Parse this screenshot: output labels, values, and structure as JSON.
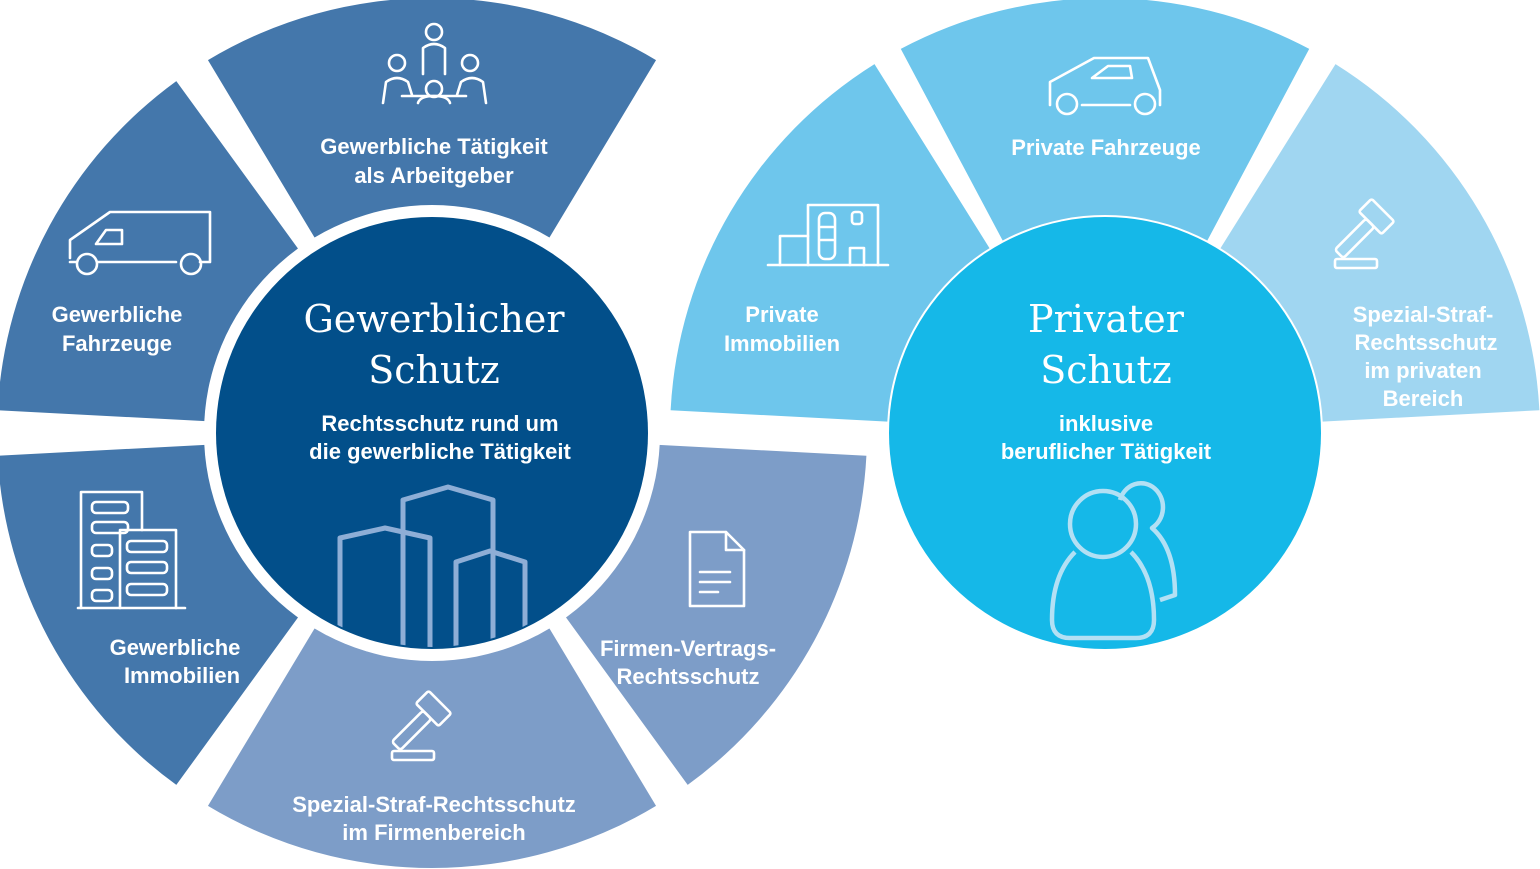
{
  "colors": {
    "left_center": "#024f8a",
    "left_segment_dark": "#4477ab",
    "left_segment_light": "#7d9dc8",
    "right_center": "#15b8e8",
    "right_segment": "#6ec6ec",
    "right_segment_light": "#a0d6f1",
    "background": "#ffffff"
  },
  "left": {
    "center": {
      "title_line1": "Gewerblicher",
      "title_line2": "Schutz",
      "subtitle_line1": "Rechtsschutz rund um",
      "subtitle_line2": "die gewerbliche Tätigkeit",
      "icon": "office-buildings-icon"
    },
    "segments": {
      "employer": {
        "line1": "Gewerbliche Tätigkeit",
        "line2": "als Arbeitgeber",
        "icon": "meeting-people-icon"
      },
      "vehicles": {
        "line1": "Gewerbliche",
        "line2": "Fahrzeuge",
        "icon": "van-icon"
      },
      "property": {
        "line1": "Gewerbliche",
        "line2": "Immobilien",
        "icon": "apartment-buildings-icon"
      },
      "criminal": {
        "line1": "Spezial-Straf-Rechtsschutz",
        "line2": "im Firmenbereich",
        "icon": "gavel-icon"
      },
      "contract": {
        "line1": "Firmen-Vertrags-",
        "line2": "Rechtsschutz",
        "icon": "document-icon"
      }
    }
  },
  "right": {
    "center": {
      "title_line1": "Privater",
      "title_line2": "Schutz",
      "subtitle_line1": "inklusive",
      "subtitle_line2": "beruflicher Tätigkeit",
      "icon": "people-icon"
    },
    "segments": {
      "property": {
        "line1": "Private",
        "line2": "Immobilien",
        "icon": "house-icon"
      },
      "vehicles": {
        "line1": "Private Fahrzeuge",
        "icon": "car-icon"
      },
      "criminal": {
        "line1": "Spezial-Straf-",
        "line2": "Rechtsschutz",
        "line3": "im privaten",
        "line4": "Bereich",
        "icon": "gavel-icon"
      }
    }
  }
}
